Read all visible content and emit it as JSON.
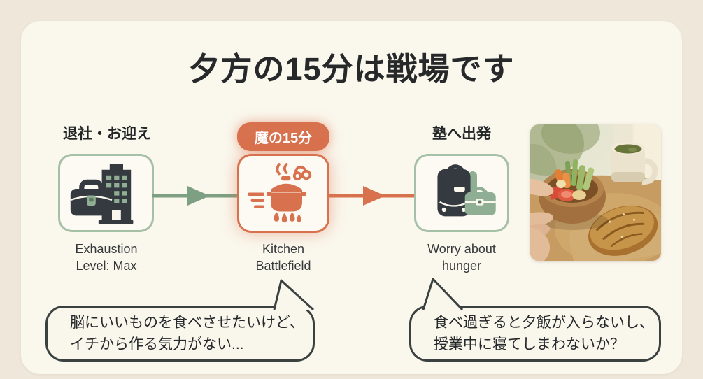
{
  "page": {
    "title": "夕方の15分は戦場です"
  },
  "steps": {
    "step1": {
      "label": "退社・お迎え",
      "caption_line1": "Exhaustion",
      "caption_line2": "Level: Max",
      "icon": "office-briefcase-icon"
    },
    "step2": {
      "badge": "魔の15分",
      "caption_line1": "Kitchen",
      "caption_line2": "Battlefield",
      "icon": "boiling-pot-icon"
    },
    "step3": {
      "label": "塾へ出発",
      "caption_line1": "Worry about",
      "caption_line2": "hunger",
      "icon": "school-backpack-icon"
    }
  },
  "bubbles": {
    "left": {
      "line1": "脳にいいものを食べさせたいけど、",
      "line2": "イチから作る気力がない..."
    },
    "right": {
      "line1": "食べ過ぎると夕飯が入らないし、",
      "line2": "授業中に寝てしまわないか？"
    }
  },
  "photo": {
    "description": "snack photo: hands, bowl of cut vegetables, green tea mug, bread loaf on wooden table"
  },
  "colors": {
    "outer_bg": "#efe8da",
    "card_bg": "#faf7ed",
    "accent_green_border": "#a6bfa7",
    "accent_green_arrow": "#7d9f82",
    "accent_orange": "#d8714e",
    "icon_dark": "#343a40",
    "icon_sage": "#8fae93",
    "ink": "#26282a",
    "bubble_border": "#3a4140"
  }
}
